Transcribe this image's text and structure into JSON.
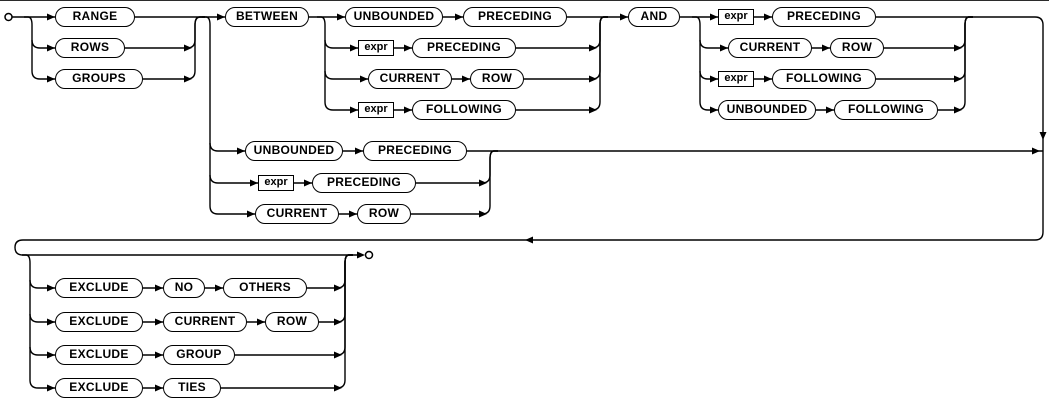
{
  "page": {
    "background": "#ffffff",
    "line_color": "#000000",
    "box_fill": "#ffffff"
  },
  "labels": {
    "range": "RANGE",
    "rows": "ROWS",
    "groups": "GROUPS",
    "between": "BETWEEN",
    "unbounded": "UNBOUNDED",
    "preceding": "PRECEDING",
    "expr": "expr",
    "current": "CURRENT",
    "row": "ROW",
    "following": "FOLLOWING",
    "and": "AND",
    "exclude": "EXCLUDE",
    "no": "NO",
    "others": "OTHERS",
    "group": "GROUP",
    "ties": "TIES"
  },
  "diagram": {
    "type": "railroad",
    "name": "frame-spec",
    "sequence": [
      {
        "choice": [
          "RANGE",
          "ROWS",
          "GROUPS"
        ]
      },
      {
        "choice": [
          {
            "sequence": [
              "BETWEEN",
              {
                "choice": [
                  "UNBOUNDED PRECEDING",
                  "expr PRECEDING",
                  "CURRENT ROW",
                  "expr FOLLOWING"
                ]
              },
              "AND",
              {
                "choice": [
                  "expr PRECEDING",
                  "CURRENT ROW",
                  "expr FOLLOWING",
                  "UNBOUNDED FOLLOWING"
                ]
              }
            ]
          },
          "UNBOUNDED PRECEDING",
          "expr PRECEDING",
          "CURRENT ROW"
        ]
      },
      {
        "optional_choice": [
          "EXCLUDE NO OTHERS",
          "EXCLUDE CURRENT ROW",
          "EXCLUDE GROUP",
          "EXCLUDE TIES"
        ]
      }
    ]
  }
}
